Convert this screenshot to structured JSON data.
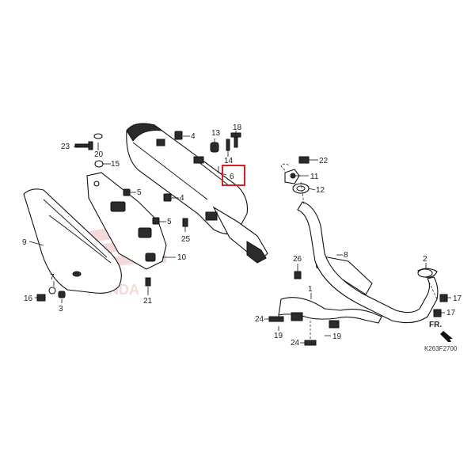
{
  "diagram_code": "K263F2700",
  "direction_label": "FR.",
  "highlight_color": "#d81f26",
  "watermark_text": "HONDA",
  "callouts": {
    "c1": "1",
    "c2": "2",
    "c3": "3",
    "c4": "4",
    "c5": "5",
    "c6": "6",
    "c7": "7",
    "c8": "8",
    "c9": "9",
    "c10": "10",
    "c11": "11",
    "c12": "12",
    "c13": "13",
    "c14": "14",
    "c15": "15",
    "c16": "16",
    "c17a": "17",
    "c17b": "17",
    "c18": "18",
    "c19a": "19",
    "c19b": "19",
    "c20": "20",
    "c21": "21",
    "c22": "22",
    "c23": "23",
    "c24a": "24",
    "c24b": "24",
    "c25": "25",
    "c26": "26",
    "c4b": "4",
    "c5b": "5"
  }
}
